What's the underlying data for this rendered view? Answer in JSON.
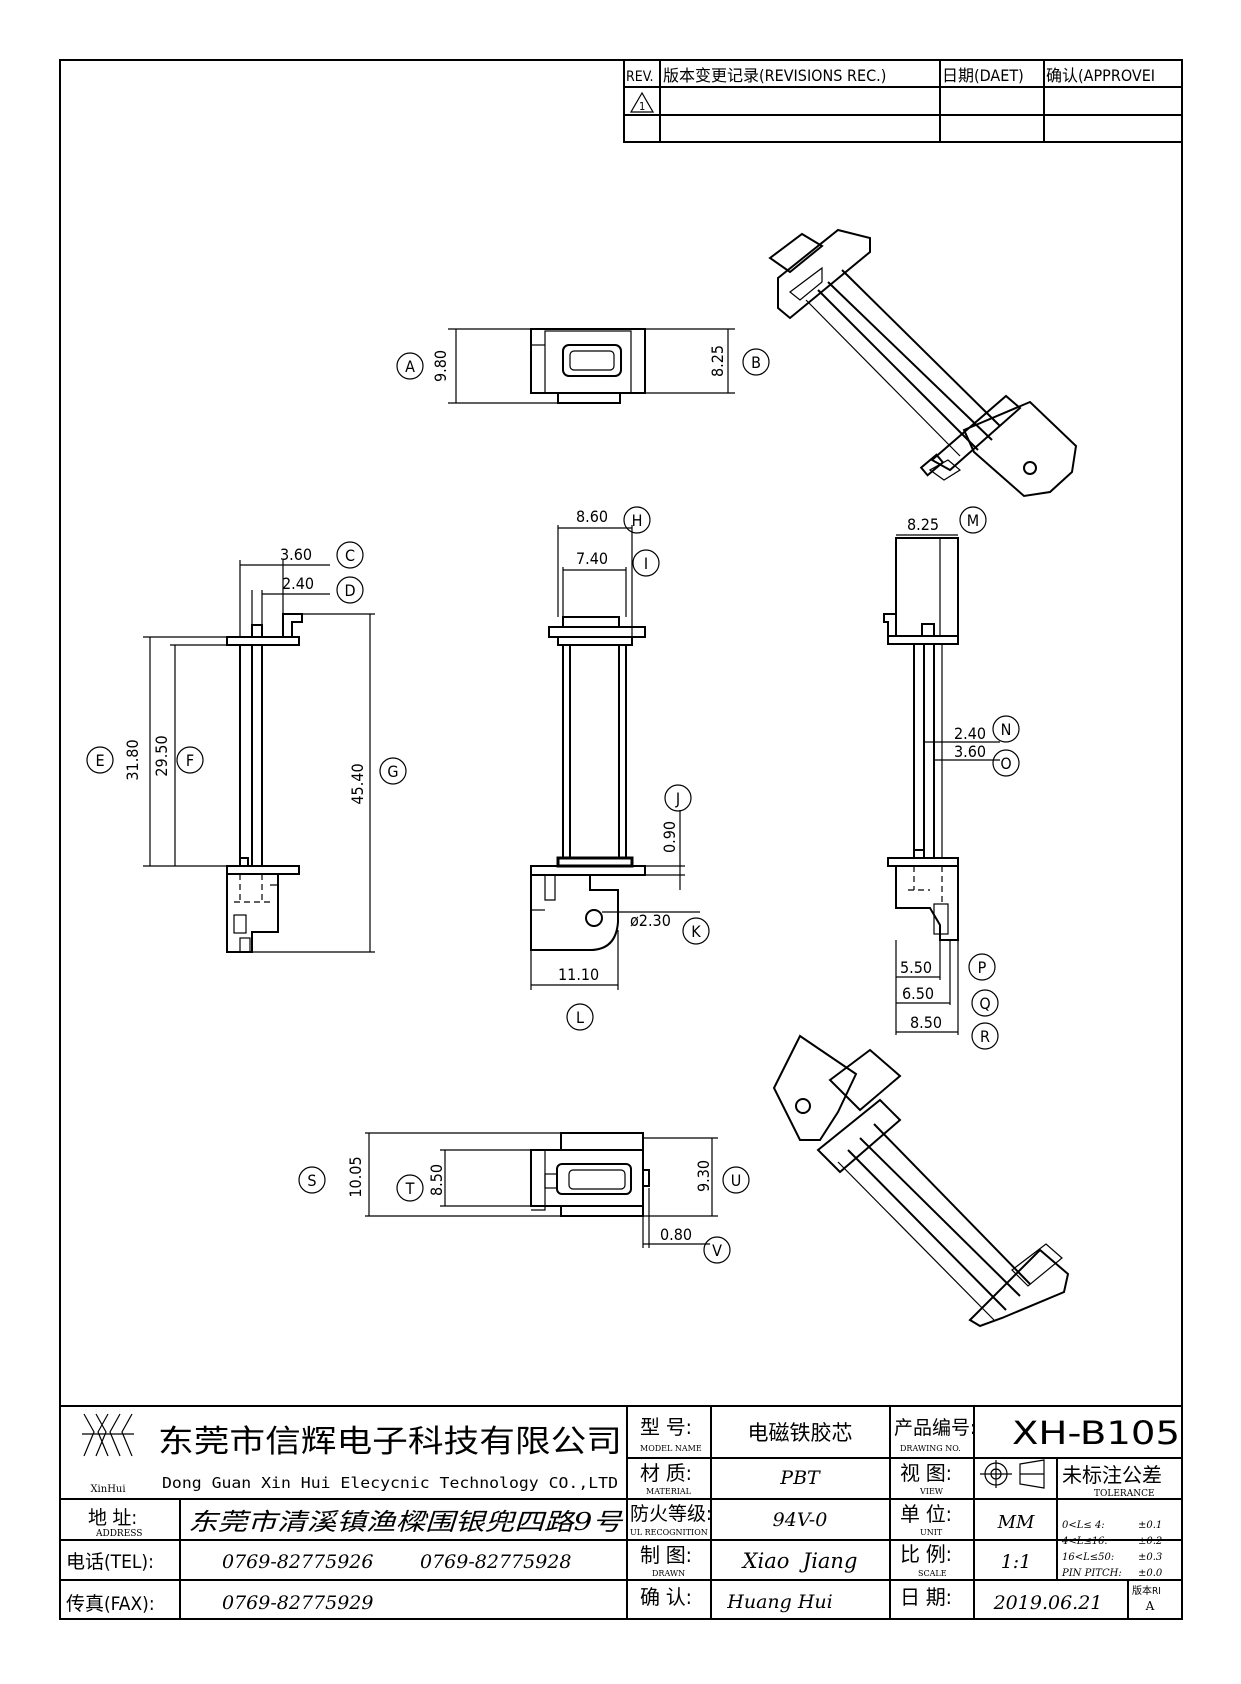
{
  "revision_table": {
    "headers": [
      "REV.",
      "版本变更记录(REVISIONS REC.)",
      "日期(DAET)",
      "确认(APPROVEI"
    ],
    "rev_symbol": "1"
  },
  "dimensions": {
    "A": {
      "letter": "A",
      "value": "9.80"
    },
    "B": {
      "letter": "B",
      "value": "8.25"
    },
    "C": {
      "letter": "C",
      "value": "3.60"
    },
    "D": {
      "letter": "D",
      "value": "2.40"
    },
    "E": {
      "letter": "E",
      "value": "31.80"
    },
    "F": {
      "letter": "F",
      "value": "29.50"
    },
    "G": {
      "letter": "G",
      "value": "45.40"
    },
    "H": {
      "letter": "H",
      "value": "8.60"
    },
    "I": {
      "letter": "I",
      "value": "7.40"
    },
    "J": {
      "letter": "J",
      "value": "0.90"
    },
    "K": {
      "letter": "K",
      "value": "ø2.30"
    },
    "L": {
      "letter": "L",
      "value": "11.10"
    },
    "M": {
      "letter": "M",
      "value": "8.25"
    },
    "N": {
      "letter": "N",
      "value": "2.40"
    },
    "O": {
      "letter": "O",
      "value": "3.60"
    },
    "P": {
      "letter": "P",
      "value": "5.50"
    },
    "Q": {
      "letter": "Q",
      "value": "6.50"
    },
    "R": {
      "letter": "R",
      "value": "8.50"
    },
    "S": {
      "letter": "S",
      "value": "10.05"
    },
    "T": {
      "letter": "T",
      "value": "8.50"
    },
    "U": {
      "letter": "U",
      "value": "9.30"
    },
    "V": {
      "letter": "V",
      "value": "0.80"
    }
  },
  "title_block": {
    "logo_text": "XinHui",
    "company_cn": "东莞市信辉电子科技有限公司",
    "company_en": "Dong Guan Xin Hui Elecycnic Technology CO.,LTD",
    "address_label": "地 址:",
    "address_label_en": "ADDRESS",
    "address": "东莞市清溪镇渔樑围银兜四路9号",
    "tel_label": "电话(TEL):",
    "tel1": "0769-82775926",
    "tel2": "0769-82775928",
    "fax_label": "传真(FAX):",
    "fax": "0769-82775929",
    "model_label": "型 号:",
    "model_label_en": "MODEL NAME",
    "model": "电磁铁胶芯",
    "material_label": "材 质:",
    "material_label_en": "MATERIAL",
    "material": "PBT",
    "ul_label": "防火等级:",
    "ul_label_en": "UL RECOGNITION",
    "ul": "94V-0",
    "drawn_label": "制 图:",
    "drawn_label_en": "DRAWN",
    "drawn": "Xiao  Jiang",
    "check_label": "确 认:",
    "check": "Huang Hui",
    "drawing_no_label": "产品编号:",
    "drawing_no_label_en": "DRAWING NO.",
    "drawing_no": "XH-B105",
    "view_label": "视 图:",
    "view_label_en": "VIEW",
    "unit_label": "单 位:",
    "unit_label_en": "UNIT",
    "unit": "MM",
    "scale_label": "比 例:",
    "scale_label_en": "SCALE",
    "scale": "1:1",
    "date_label": "日 期:",
    "date": "2019.06.21",
    "tolerance_title": "未标注公差",
    "tolerance_title_en": "TOLERANCE",
    "tolerances": [
      {
        "range": "0<L≤ 4:",
        "value": "±0.1"
      },
      {
        "range": "4<L≤16:",
        "value": "±0.2"
      },
      {
        "range": "16<L≤50:",
        "value": "±0.3"
      },
      {
        "range": "PIN PITCH:",
        "value": "±0.0"
      }
    ],
    "version_label": "版本RI",
    "version": "A"
  }
}
